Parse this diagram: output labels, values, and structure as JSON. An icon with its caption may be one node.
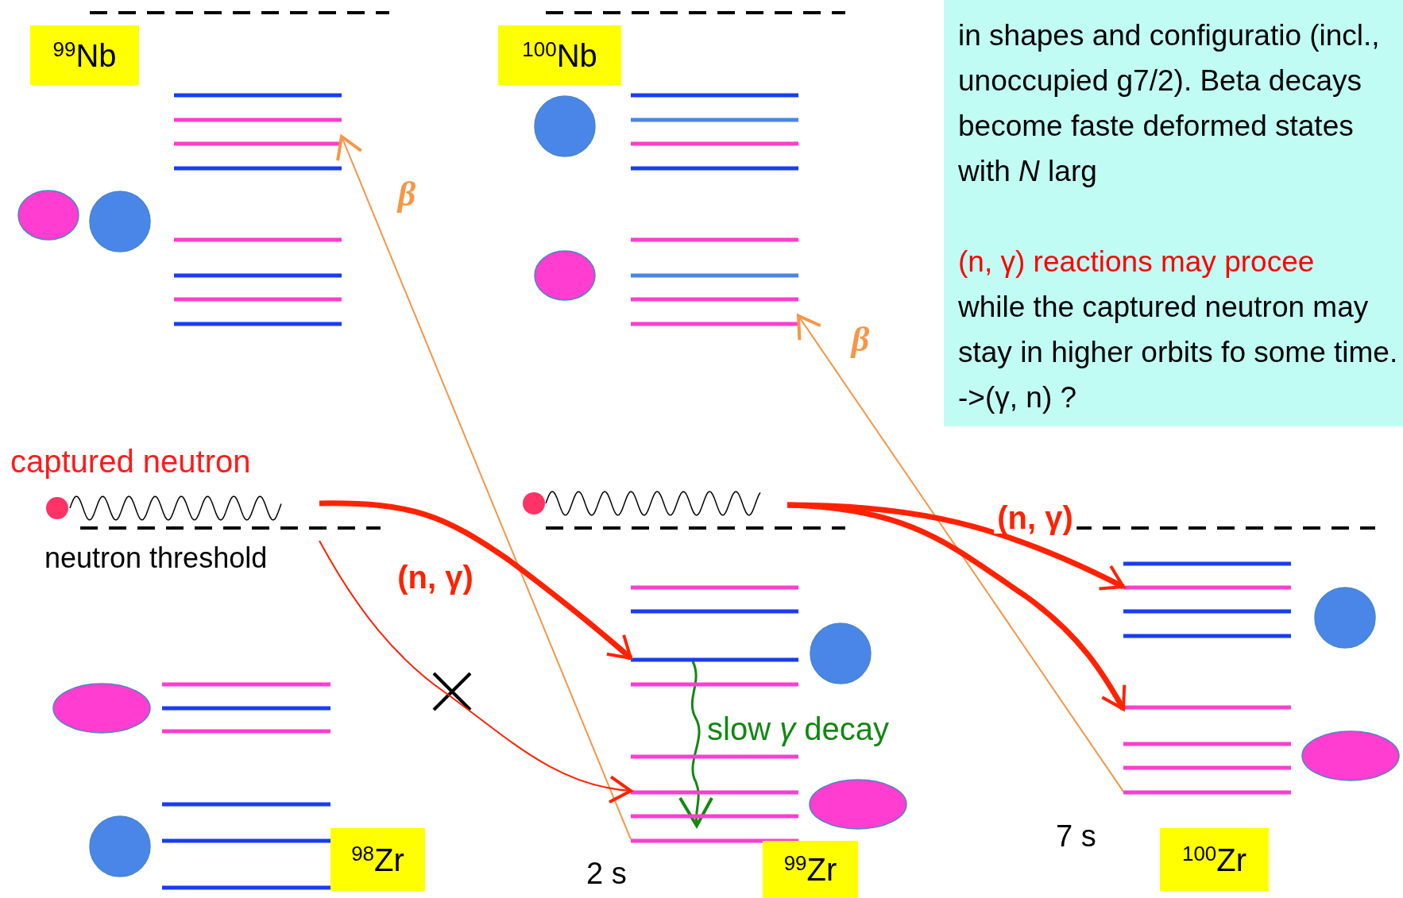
{
  "diagram": {
    "nodes": [
      {
        "text": [
          "$^{99}$Nb"
        ]
      },
      {
        "text": [
          "$^{100}$Nb"
        ]
      },
      {
        "text": [
          "in shapes and configuratio (incl., unoccupied g7/2). Beta decays become faste deformed states with *N* larg",
          "(n, γ) reactions may procee",
          "while the captured neutron may stay in higher orbits fo some time.  ->(γ, n) ?"
        ]
      },
      {
        "text": [
          "$^{98}$Zr"
        ]
      },
      {
        "text": [
          "$^{99}$Zr"
        ]
      },
      {
        "text": [
          "$^{100}$Zr"
        ]
      },
      {
        "text": [],
        "shape": "bar"
      },
      {
        "text": [],
        "shape": "bar"
      },
      {
        "text": [],
        "shape": "bar"
      },
      {
        "text": [],
        "shape": "bar"
      },
      {
        "text": [],
        "shape": "bar"
      }
    ],
    "edges": [
      {
        "from": 9,
        "to": 6,
        "arrow": "to",
        "label": "β",
        "color": "#f79646"
      },
      {
        "from": 10,
        "to": 7,
        "arrow": "to",
        "label": "β",
        "color": "#f79646"
      },
      {
        "from": null,
        "to": 9,
        "arrow": "to",
        "label": "(n, γ)",
        "style": "thick"
      },
      {
        "from": null,
        "to": 9,
        "arrow": "to"
      },
      {
        "from": null,
        "to": 10,
        "arrow": "to",
        "label": "(n, γ)",
        "style": "thick"
      },
      {
        "from": null,
        "to": 10,
        "arrow": "to",
        "style": "thick"
      }
    ],
    "labels": [
      "captured neutron",
      "neutron threshold",
      "slow *γ* decay",
      "7 s",
      "2 s"
    ]
  }
}
